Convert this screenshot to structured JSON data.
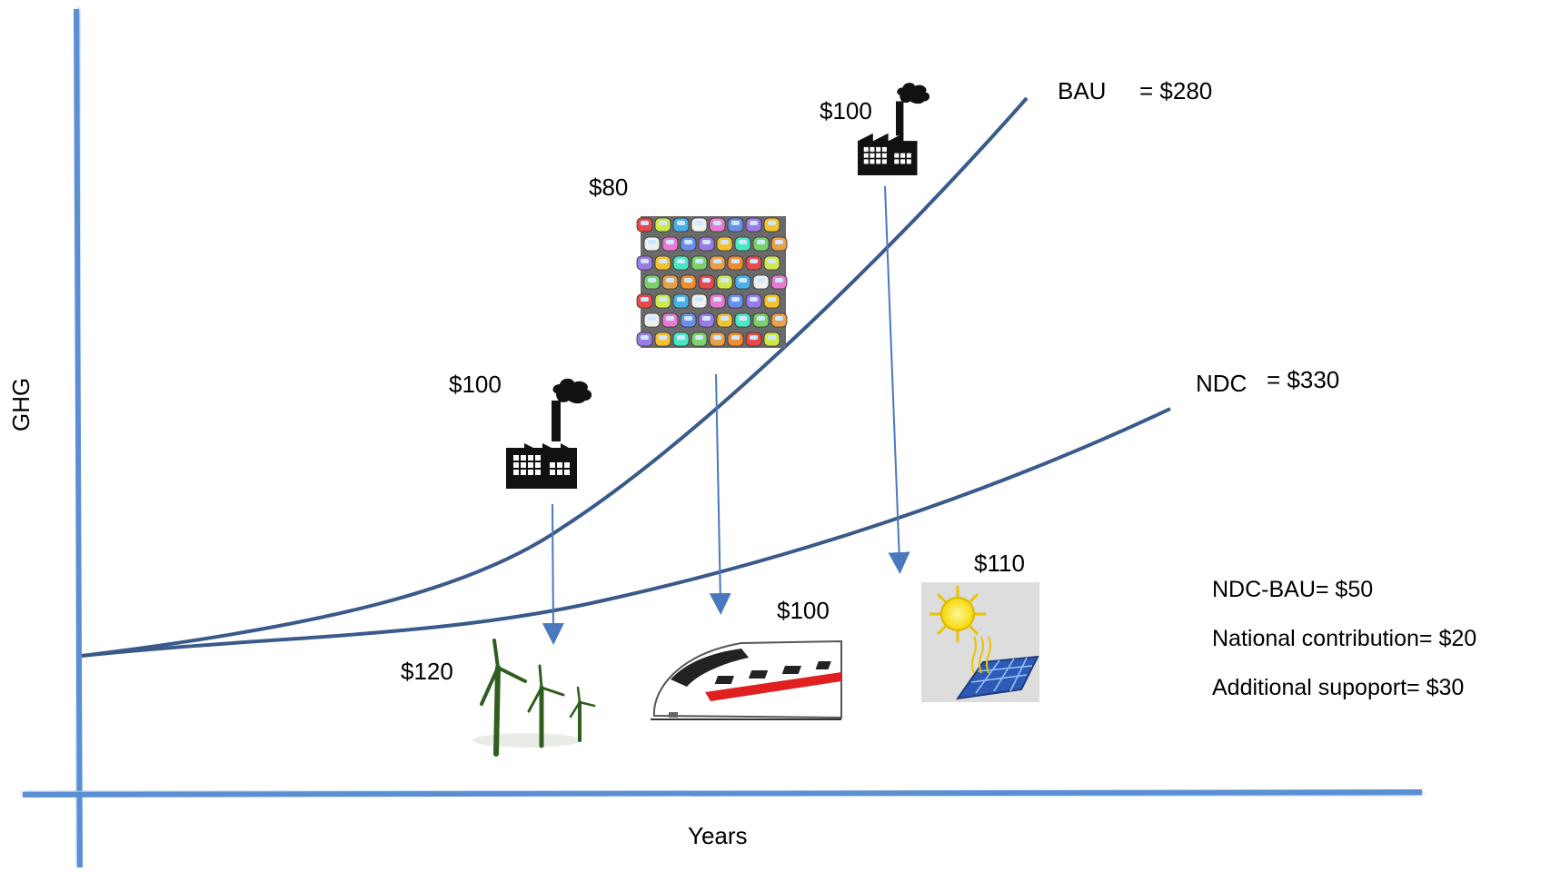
{
  "axes": {
    "y_label": "GHG",
    "x_label": "Years"
  },
  "curves": [
    {
      "name": "BAU",
      "value": "= $280",
      "color": "#3a5a8c"
    },
    {
      "name": "NDC",
      "value": "= $330",
      "color": "#3a5a8c"
    }
  ],
  "emission_sources": [
    {
      "icon": "factory-icon",
      "cost": "$100"
    },
    {
      "icon": "traffic-cars-image",
      "cost": "$80"
    },
    {
      "icon": "factory-icon",
      "cost": "$100"
    }
  ],
  "mitigation_options": [
    {
      "icon": "wind-turbines-icon",
      "cost": "$120"
    },
    {
      "icon": "high-speed-train-icon",
      "cost": "$100"
    },
    {
      "icon": "solar-panel-icon",
      "cost": "$110"
    }
  ],
  "summary": [
    "NDC-BAU= $50",
    "National contribution= $20",
    "Additional supoport= $30"
  ],
  "colors": {
    "axis": "#5b8fd3",
    "curve": "#3a5a8c",
    "arrow": "#4a78bf"
  }
}
